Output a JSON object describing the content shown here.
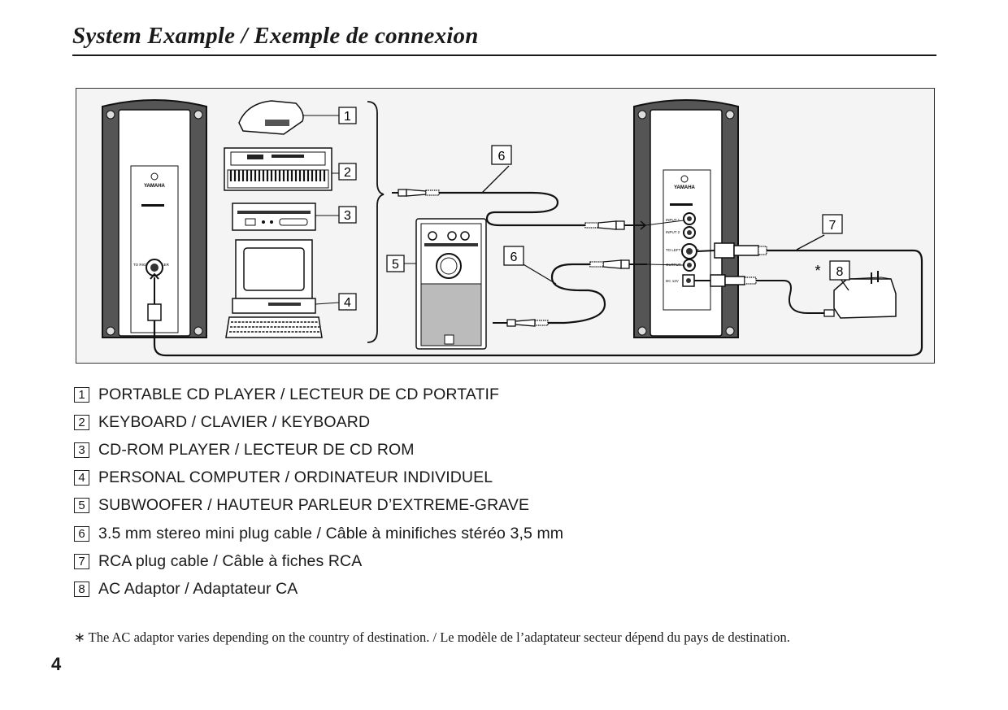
{
  "page": {
    "title": "System Example / Exemple de connexion",
    "page_number": "4",
    "footnote": "∗ The AC adaptor varies depending on the country of destination. / Le modèle de l’adaptateur secteur dépend du pays de destination."
  },
  "diagram": {
    "callouts": {
      "c1": "1",
      "c2": "2",
      "c3": "3",
      "c4": "4",
      "c5": "5",
      "c6a": "6",
      "c6b": "6",
      "c7": "7",
      "c8": "8",
      "asterisk": "*"
    },
    "left_speaker": {
      "logo": "YAMAHA",
      "to_speaker_label": "TO RIGHT SPEAKER"
    },
    "right_speaker": {
      "logo": "YAMAHA",
      "input1": "INPUT 1",
      "input2": "INPUT 2",
      "to_speaker_label": "TO LEFT SPEAKER",
      "output": "OUTPUT",
      "dc": "DC 12V"
    }
  },
  "legend": [
    {
      "num": "1",
      "text": "PORTABLE CD PLAYER / LECTEUR DE CD PORTATIF"
    },
    {
      "num": "2",
      "text": "KEYBOARD / CLAVIER / KEYBOARD"
    },
    {
      "num": "3",
      "text": "CD-ROM PLAYER / LECTEUR DE CD ROM"
    },
    {
      "num": "4",
      "text": "PERSONAL COMPUTER / ORDINATEUR INDIVIDUEL"
    },
    {
      "num": "5",
      "text": "SUBWOOFER / HAUTEUR PARLEUR D’EXTREME-GRAVE"
    },
    {
      "num": "6",
      "text": "3.5 mm stereo mini plug cable / Câble à minifiches stéréo 3,5 mm"
    },
    {
      "num": "7",
      "text": "RCA plug cable / Câble à fiches RCA"
    },
    {
      "num": "8",
      "text": "AC Adaptor / Adaptateur CA"
    }
  ]
}
